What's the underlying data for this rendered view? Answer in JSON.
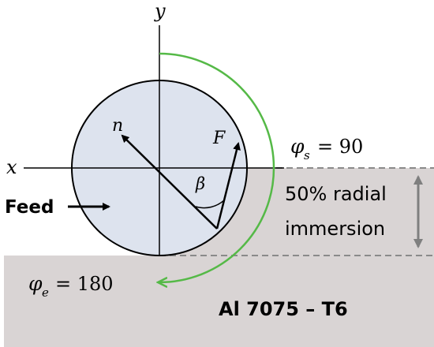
{
  "axes": {
    "x_label": "x",
    "y_label": "y"
  },
  "cutter": {
    "normal_label": "n",
    "force_label": "F",
    "angle_label": "β"
  },
  "angles": {
    "start_symbol": "φ",
    "start_subscript": "s",
    "start_value": "= 90",
    "end_symbol": "φ",
    "end_subscript": "e",
    "end_value": "= 180"
  },
  "feed_label": "Feed",
  "immersion_label": {
    "line1": "50% radial",
    "line2": "immersion"
  },
  "material_label": "Al 7075 – T6",
  "colors": {
    "workpiece": "#d9d4d4",
    "cutter_fill": "#dde3ee",
    "arc": "#55b947",
    "dashes": "#8a8a8a",
    "dim_arrow": "#7f7f7f"
  }
}
